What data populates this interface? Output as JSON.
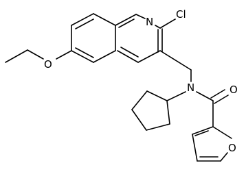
{
  "atom_labels": {
    "N_ring": "N",
    "Cl": "Cl",
    "O_ether": "O",
    "N_amide": "N",
    "O_carbonyl": "O",
    "O_furan": "O"
  }
}
